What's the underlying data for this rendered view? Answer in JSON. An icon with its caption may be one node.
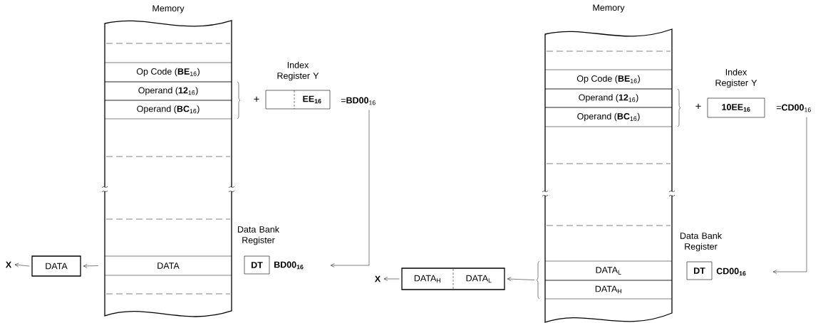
{
  "diagram": {
    "nodes": [
      {
        "text": [
          "Memory"
        ]
      },
      {
        "text": [
          "Op Code (**BE**$_{16}$)"
        ],
        "in": 0
      },
      {
        "text": [
          "Operand (**12**$_{16}$)"
        ],
        "in": 0
      },
      {
        "text": [
          "Operand (**BC**$_{16}$)"
        ],
        "in": 0
      },
      {
        "text": [
          "DATA"
        ],
        "in": 0
      },
      {
        "text": [
          "Index Register Y",
          "EE$_{16}$"
        ]
      },
      {
        "text": [
          "=**BD00**$_{16}$"
        ]
      },
      {
        "text": [
          "Data Bank Register",
          "DT"
        ]
      },
      {
        "text": [
          "BD00$_{16}$"
        ]
      },
      {
        "text": [
          "DATA"
        ]
      },
      {
        "text": [
          "X"
        ]
      },
      {
        "text": [
          "Memory"
        ]
      },
      {
        "text": [
          "Op Code (**BE**$_{16}$)"
        ],
        "in": 11
      },
      {
        "text": [
          "Operand (**12**$_{16}$)"
        ],
        "in": 11
      },
      {
        "text": [
          "Operand (**BC**$_{16}$)"
        ],
        "in": 11
      },
      {
        "text": [
          "DATA$_{L}$"
        ],
        "in": 11
      },
      {
        "text": [
          "DATA$_{H}$"
        ],
        "in": 11
      },
      {
        "text": [
          "Index Register Y",
          "10EE$_{16}$"
        ]
      },
      {
        "text": [
          "=**CD00**$_{16}$"
        ]
      },
      {
        "text": [
          "Data Bank Register",
          "DT"
        ]
      },
      {
        "text": [
          "CD00$_{16}$"
        ]
      },
      {
        "text": [
          "DATA$_{H}$",
          "DATA$_{L}$"
        ]
      },
      {
        "text": [
          "X"
        ]
      }
    ],
    "edges": [
      {
        "from": 4,
        "to": 9,
        "arrow": "to"
      },
      {
        "from": 9,
        "to": 10,
        "arrow": "to"
      },
      {
        "from": 6,
        "to": 8,
        "arrow": "to"
      },
      {
        "from": 15,
        "to": 21,
        "arrow": "to"
      },
      {
        "from": 16,
        "to": 21,
        "arrow": "to"
      },
      {
        "from": 21,
        "to": 22,
        "arrow": "to"
      },
      {
        "from": 18,
        "to": 20,
        "arrow": "to"
      }
    ],
    "labels": [
      "+",
      "+"
    ]
  }
}
